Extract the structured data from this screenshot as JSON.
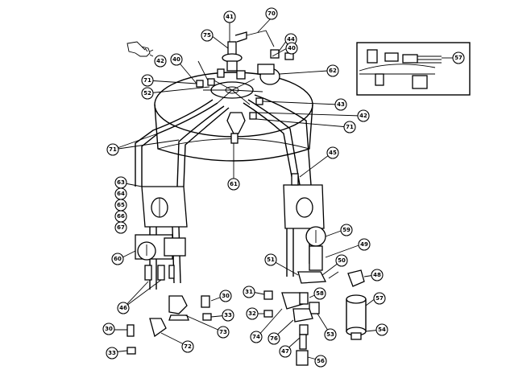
{
  "diagram": {
    "callouts": [
      {
        "id": "c41",
        "label": "41"
      },
      {
        "id": "c70",
        "label": "70"
      },
      {
        "id": "c75",
        "label": "75"
      },
      {
        "id": "c44",
        "label": "44"
      },
      {
        "id": "c40a",
        "label": "40"
      },
      {
        "id": "c42a",
        "label": "42"
      },
      {
        "id": "c40b",
        "label": "40"
      },
      {
        "id": "c62",
        "label": "62"
      },
      {
        "id": "c71a",
        "label": "71"
      },
      {
        "id": "c52",
        "label": "52"
      },
      {
        "id": "c43",
        "label": "43"
      },
      {
        "id": "c42b",
        "label": "42"
      },
      {
        "id": "c71b",
        "label": "71"
      },
      {
        "id": "c71c",
        "label": "71"
      },
      {
        "id": "c45",
        "label": "45"
      },
      {
        "id": "c61",
        "label": "61"
      },
      {
        "id": "c63",
        "label": "63"
      },
      {
        "id": "c64",
        "label": "64"
      },
      {
        "id": "c65",
        "label": "65"
      },
      {
        "id": "c66",
        "label": "66"
      },
      {
        "id": "c67",
        "label": "67"
      },
      {
        "id": "c59",
        "label": "59"
      },
      {
        "id": "c49",
        "label": "49"
      },
      {
        "id": "c60",
        "label": "60"
      },
      {
        "id": "c51",
        "label": "51"
      },
      {
        "id": "c50",
        "label": "50"
      },
      {
        "id": "c48",
        "label": "48"
      },
      {
        "id": "c46",
        "label": "46"
      },
      {
        "id": "c30a",
        "label": "30"
      },
      {
        "id": "c31",
        "label": "31"
      },
      {
        "id": "c32",
        "label": "32"
      },
      {
        "id": "c58",
        "label": "58"
      },
      {
        "id": "c57b",
        "label": "57"
      },
      {
        "id": "c33a",
        "label": "33"
      },
      {
        "id": "c73",
        "label": "73"
      },
      {
        "id": "c74",
        "label": "74"
      },
      {
        "id": "c76",
        "label": "76"
      },
      {
        "id": "c53",
        "label": "53"
      },
      {
        "id": "c54",
        "label": "54"
      },
      {
        "id": "c30b",
        "label": "30"
      },
      {
        "id": "c72",
        "label": "72"
      },
      {
        "id": "c33b",
        "label": "33"
      },
      {
        "id": "c47",
        "label": "47"
      },
      {
        "id": "c56",
        "label": "56"
      },
      {
        "id": "c57a",
        "label": "57"
      }
    ]
  }
}
